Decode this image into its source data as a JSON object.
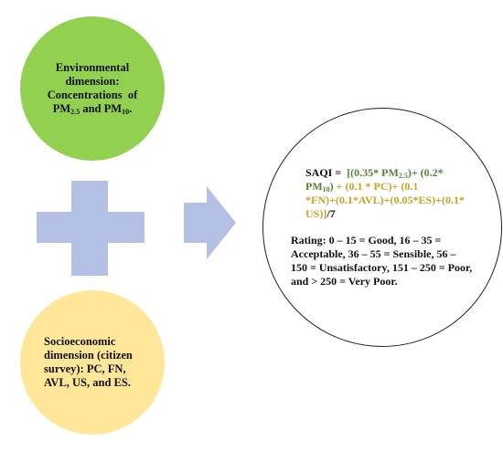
{
  "environmental": {
    "line1": "Environmental",
    "line2": "dimension:",
    "line3": "Concentrations",
    "line3b": "of",
    "pm25_prefix": "PM",
    "pm25_sub": "2.5",
    "and": "and",
    "pm10_prefix": "PM",
    "pm10_sub": "10",
    "end": "."
  },
  "socioeconomic": {
    "text": "Socioeconomic dimension (citizen survey): PC, FN, AVL, US, and ES."
  },
  "formula": {
    "label": "SAQI =",
    "p1": "[(0.35* PM",
    "p1_sub": "2.5",
    "p2": ")+ (0.2*",
    "p3": "PM",
    "p3_sub": "10",
    "p4": ")",
    "p5": "+ (0.1 * PC)+ (0.1",
    "p6": "*FN)+(0.1*AVL)+(0.05*ES)+(0.1*",
    "p7": "US)]",
    "p8": "/7"
  },
  "rating": {
    "text": "Rating: 0 – 15 = Good, 16 – 35 = Acceptable, 36 – 55 = Sensible, 56 – 150 = Unsatisfactory, 151 – 250 = Poor, and > 250 = Very Poor."
  },
  "colors": {
    "env_circle": "#92d050",
    "soc_circle": "#ffe699",
    "shape_fill": "#b4c0e4",
    "green_text": "#548235",
    "gold_text": "#c9a227"
  },
  "icons": [
    "plus-shape",
    "right-arrow-shape"
  ]
}
